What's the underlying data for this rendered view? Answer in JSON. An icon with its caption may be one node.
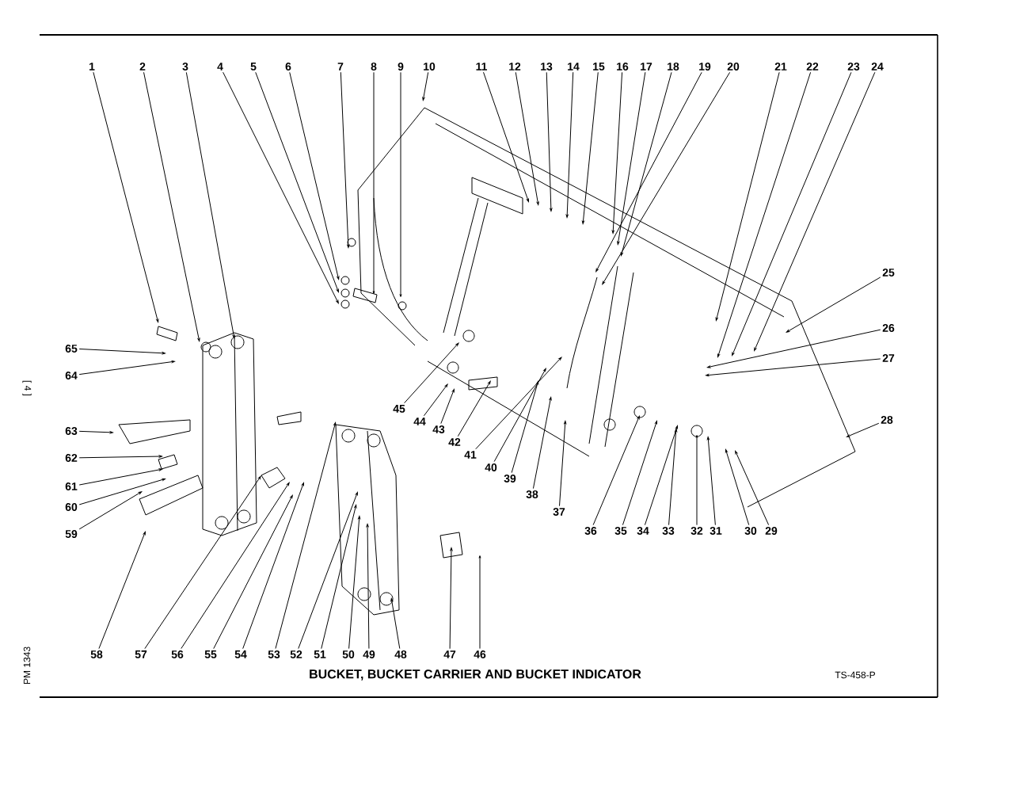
{
  "diagram": {
    "title": "BUCKET, BUCKET CARRIER AND BUCKET INDICATOR",
    "nodes": [
      {
        "text": [
          "1"
        ]
      },
      {
        "text": [
          "2"
        ]
      },
      {
        "text": [
          "3"
        ]
      },
      {
        "text": [
          "4"
        ]
      },
      {
        "text": [
          "5"
        ]
      },
      {
        "text": [
          "6"
        ]
      },
      {
        "text": [
          "7"
        ]
      },
      {
        "text": [
          "8"
        ]
      },
      {
        "text": [
          "9"
        ]
      },
      {
        "text": [
          "10"
        ]
      },
      {
        "text": [
          "11"
        ]
      },
      {
        "text": [
          "12"
        ]
      },
      {
        "text": [
          "13"
        ]
      },
      {
        "text": [
          "14"
        ]
      },
      {
        "text": [
          "15"
        ]
      },
      {
        "text": [
          "16"
        ]
      },
      {
        "text": [
          "17"
        ]
      },
      {
        "text": [
          "18"
        ]
      },
      {
        "text": [
          "19"
        ]
      },
      {
        "text": [
          "20"
        ]
      },
      {
        "text": [
          "21"
        ]
      },
      {
        "text": [
          "22"
        ]
      },
      {
        "text": [
          "23"
        ]
      },
      {
        "text": [
          "24"
        ]
      },
      {
        "text": [
          "25"
        ]
      },
      {
        "text": [
          "26"
        ]
      },
      {
        "text": [
          "27"
        ]
      },
      {
        "text": [
          "28"
        ]
      },
      {
        "text": [
          "29"
        ]
      },
      {
        "text": [
          "30"
        ]
      },
      {
        "text": [
          "31"
        ]
      },
      {
        "text": [
          "32"
        ]
      },
      {
        "text": [
          "33"
        ]
      },
      {
        "text": [
          "34"
        ]
      },
      {
        "text": [
          "35"
        ]
      },
      {
        "text": [
          "36"
        ]
      },
      {
        "text": [
          "37"
        ]
      },
      {
        "text": [
          "38"
        ]
      },
      {
        "text": [
          "39"
        ]
      },
      {
        "text": [
          "40"
        ]
      },
      {
        "text": [
          "41"
        ]
      },
      {
        "text": [
          "42"
        ]
      },
      {
        "text": [
          "43"
        ]
      },
      {
        "text": [
          "44"
        ]
      },
      {
        "text": [
          "45"
        ]
      },
      {
        "text": [
          "46"
        ]
      },
      {
        "text": [
          "47"
        ]
      },
      {
        "text": [
          "48"
        ]
      },
      {
        "text": [
          "49"
        ]
      },
      {
        "text": [
          "50"
        ]
      },
      {
        "text": [
          "51"
        ]
      },
      {
        "text": [
          "52"
        ]
      },
      {
        "text": [
          "53"
        ]
      },
      {
        "text": [
          "54"
        ]
      },
      {
        "text": [
          "55"
        ]
      },
      {
        "text": [
          "56"
        ]
      },
      {
        "text": [
          "57"
        ]
      },
      {
        "text": [
          "58"
        ]
      },
      {
        "text": [
          "59"
        ]
      },
      {
        "text": [
          "60"
        ]
      },
      {
        "text": [
          "61"
        ]
      },
      {
        "text": [
          "62"
        ]
      },
      {
        "text": [
          "63"
        ]
      },
      {
        "text": [
          "64"
        ]
      },
      {
        "text": [
          "65"
        ]
      }
    ],
    "edges": [
      {
        "from": 0,
        "to": null,
        "arrow": "to"
      },
      {
        "from": 1,
        "to": null,
        "arrow": "to"
      },
      {
        "from": 2,
        "to": null,
        "arrow": "to"
      },
      {
        "from": 3,
        "to": null,
        "arrow": "to"
      },
      {
        "from": 4,
        "to": null,
        "arrow": "to"
      },
      {
        "from": 5,
        "to": null,
        "arrow": "to"
      },
      {
        "from": 6,
        "to": null,
        "arrow": "to"
      },
      {
        "from": 7,
        "to": null,
        "arrow": "to"
      },
      {
        "from": 8,
        "to": null,
        "arrow": "to"
      },
      {
        "from": 9,
        "to": null,
        "arrow": "to"
      },
      {
        "from": 10,
        "to": null,
        "arrow": "to"
      },
      {
        "from": 11,
        "to": null,
        "arrow": "to"
      },
      {
        "from": 12,
        "to": null,
        "arrow": "to"
      },
      {
        "from": 13,
        "to": null,
        "arrow": "to"
      },
      {
        "from": 14,
        "to": null,
        "arrow": "to"
      },
      {
        "from": 15,
        "to": null,
        "arrow": "to"
      },
      {
        "from": 16,
        "to": null,
        "arrow": "to"
      },
      {
        "from": 17,
        "to": null,
        "arrow": "to"
      },
      {
        "from": 18,
        "to": null,
        "arrow": "to"
      },
      {
        "from": 19,
        "to": null,
        "arrow": "to"
      },
      {
        "from": 20,
        "to": null,
        "arrow": "to"
      },
      {
        "from": 21,
        "to": null,
        "arrow": "to"
      },
      {
        "from": 22,
        "to": null,
        "arrow": "to"
      },
      {
        "from": 23,
        "to": null,
        "arrow": "to"
      },
      {
        "from": 24,
        "to": null,
        "arrow": "to"
      },
      {
        "from": 25,
        "to": null,
        "arrow": "to"
      },
      {
        "from": 26,
        "to": null,
        "arrow": "to"
      },
      {
        "from": 27,
        "to": null,
        "arrow": "to"
      },
      {
        "from": 28,
        "to": null,
        "arrow": "to"
      },
      {
        "from": 29,
        "to": null,
        "arrow": "to"
      },
      {
        "from": 30,
        "to": null,
        "arrow": "to"
      },
      {
        "from": 31,
        "to": null,
        "arrow": "to"
      },
      {
        "from": 32,
        "to": null,
        "arrow": "to"
      },
      {
        "from": 33,
        "to": null,
        "arrow": "to"
      },
      {
        "from": 34,
        "to": null,
        "arrow": "to"
      },
      {
        "from": 35,
        "to": null,
        "arrow": "to"
      },
      {
        "from": 36,
        "to": null,
        "arrow": "to"
      },
      {
        "from": 37,
        "to": null,
        "arrow": "to"
      },
      {
        "from": 38,
        "to": null,
        "arrow": "to"
      },
      {
        "from": 39,
        "to": null,
        "arrow": "to"
      },
      {
        "from": 40,
        "to": null,
        "arrow": "to"
      },
      {
        "from": 41,
        "to": null,
        "arrow": "to"
      },
      {
        "from": 42,
        "to": null,
        "arrow": "to"
      },
      {
        "from": 43,
        "to": null,
        "arrow": "to"
      },
      {
        "from": 44,
        "to": null,
        "arrow": "to"
      },
      {
        "from": 45,
        "to": null,
        "arrow": "to"
      },
      {
        "from": 46,
        "to": null,
        "arrow": "to"
      },
      {
        "from": 47,
        "to": null,
        "arrow": "to"
      },
      {
        "from": 48,
        "to": null,
        "arrow": "to"
      },
      {
        "from": 49,
        "to": null,
        "arrow": "to"
      },
      {
        "from": 50,
        "to": null,
        "arrow": "to"
      },
      {
        "from": 51,
        "to": null,
        "arrow": "to"
      },
      {
        "from": 52,
        "to": null,
        "arrow": "to"
      },
      {
        "from": 53,
        "to": null,
        "arrow": "to"
      },
      {
        "from": 54,
        "to": null,
        "arrow": "to"
      },
      {
        "from": 55,
        "to": null,
        "arrow": "to"
      },
      {
        "from": 56,
        "to": null,
        "arrow": "to"
      },
      {
        "from": 57,
        "to": null,
        "arrow": "to"
      },
      {
        "from": 58,
        "to": null,
        "arrow": "to"
      },
      {
        "from": 59,
        "to": null,
        "arrow": "to"
      },
      {
        "from": 60,
        "to": null,
        "arrow": "to"
      },
      {
        "from": 61,
        "to": null,
        "arrow": "to"
      },
      {
        "from": 62,
        "to": null,
        "arrow": "to"
      },
      {
        "from": 63,
        "to": null,
        "arrow": "to"
      },
      {
        "from": 64,
        "to": null,
        "arrow": "to"
      }
    ],
    "labels": [
      "[ 4 ]",
      "PM 1343",
      "TS-458-P"
    ]
  }
}
